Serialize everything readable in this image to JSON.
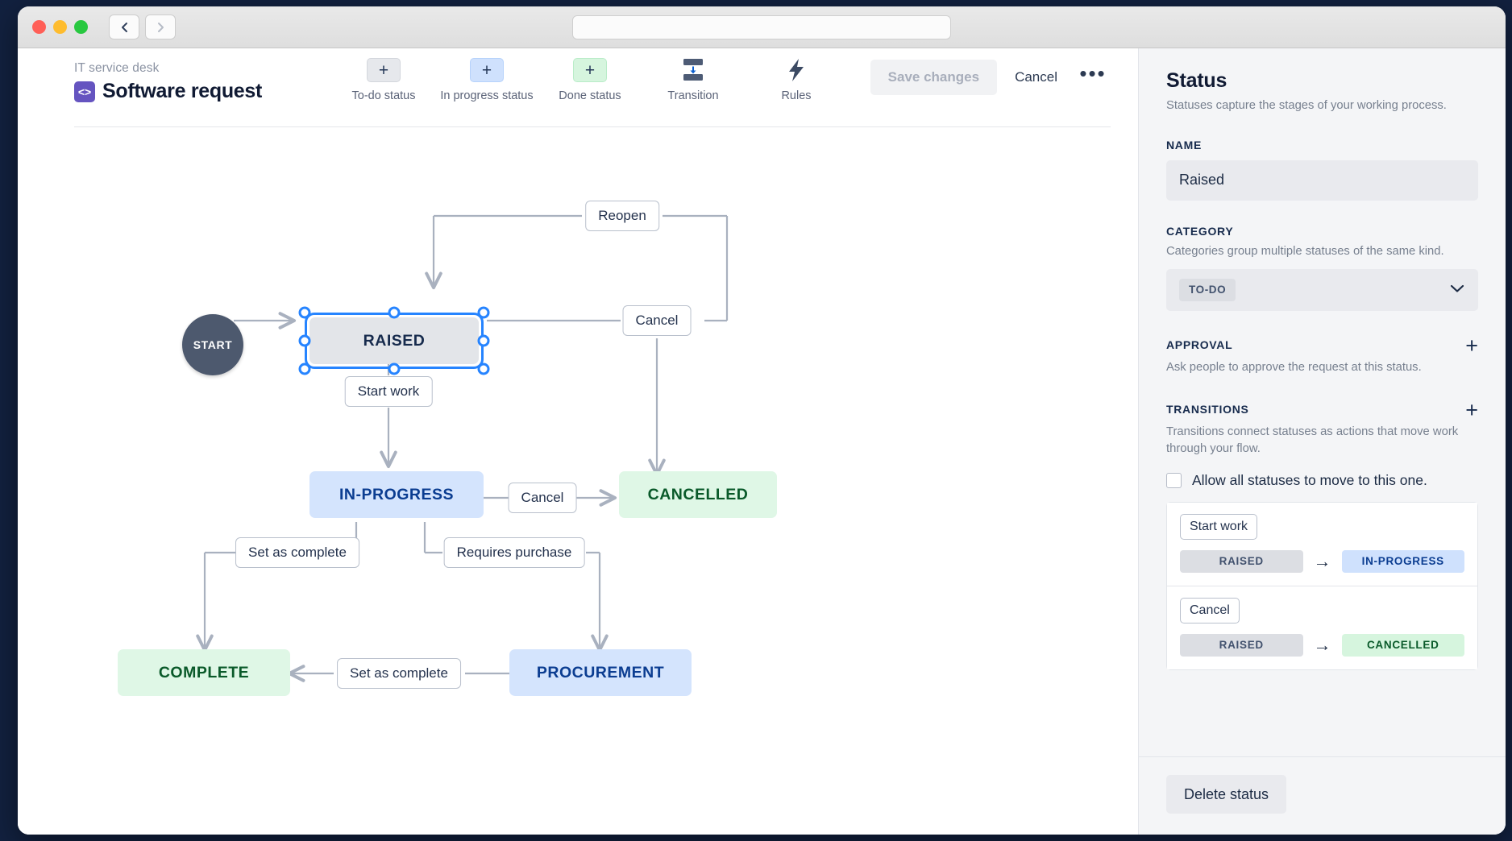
{
  "window": {
    "traffic_lights": [
      "close",
      "minimize",
      "maximize"
    ],
    "back_label": "‹",
    "forward_label": "›"
  },
  "header": {
    "breadcrumb": "IT service desk",
    "project_icon": "code-icon",
    "project_icon_glyph": "<>",
    "title": "Software request"
  },
  "toolbar": {
    "items": [
      {
        "name": "todo-status",
        "glyph": "+",
        "label": "To-do status",
        "style": "todo"
      },
      {
        "name": "in-progress-status",
        "glyph": "+",
        "label": "In progress status",
        "style": "prog"
      },
      {
        "name": "done-status",
        "glyph": "+",
        "label": "Done status",
        "style": "done"
      },
      {
        "name": "transition",
        "glyph": "transition-icon",
        "label": "Transition",
        "style": "icon"
      },
      {
        "name": "rules",
        "glyph": "lightning-icon",
        "label": "Rules",
        "style": "icon"
      }
    ],
    "save_label": "Save changes",
    "cancel_label": "Cancel",
    "more_label": "•••"
  },
  "diagram": {
    "start_label": "START",
    "nodes": [
      {
        "id": "raised",
        "label": "RAISED",
        "category": "todo",
        "selected": true
      },
      {
        "id": "in-progress",
        "label": "IN-PROGRESS",
        "category": "prog",
        "selected": false
      },
      {
        "id": "cancelled",
        "label": "CANCELLED",
        "category": "done",
        "selected": false
      },
      {
        "id": "complete",
        "label": "COMPLETE",
        "category": "done",
        "selected": false
      },
      {
        "id": "procurement",
        "label": "PROCUREMENT",
        "category": "prog",
        "selected": false
      }
    ],
    "edge_labels": [
      {
        "id": "reopen",
        "label": "Reopen"
      },
      {
        "id": "cancel-raised",
        "label": "Cancel"
      },
      {
        "id": "start-work",
        "label": "Start work"
      },
      {
        "id": "cancel-progress",
        "label": "Cancel"
      },
      {
        "id": "set-as-complete-1",
        "label": "Set as complete"
      },
      {
        "id": "requires-purchase",
        "label": "Requires purchase"
      },
      {
        "id": "set-as-complete-2",
        "label": "Set as complete"
      }
    ]
  },
  "panel": {
    "title": "Status",
    "subtitle": "Statuses capture the stages of your working process.",
    "name_label": "NAME",
    "name_value": "Raised",
    "category_label": "CATEGORY",
    "category_desc": "Categories group multiple statuses of the same kind.",
    "category_value": "TO-DO",
    "chevron": "chevron-down-icon",
    "approval_label": "APPROVAL",
    "approval_desc": "Ask people to approve the request at this status.",
    "approval_add": "+",
    "transitions_label": "TRANSITIONS",
    "transitions_desc": "Transitions connect statuses as actions that move work through your flow.",
    "transitions_add": "+",
    "allow_all_label": "Allow all statuses to move to this one.",
    "allow_all_checked": false,
    "transitions": [
      {
        "name": "Start work",
        "from": "RAISED",
        "from_style": "todo",
        "to": "IN-PROGRESS",
        "to_style": "prog",
        "arrow": "→"
      },
      {
        "name": "Cancel",
        "from": "RAISED",
        "from_style": "todo",
        "to": "CANCELLED",
        "to_style": "done",
        "arrow": "→"
      }
    ],
    "delete_label": "Delete status"
  },
  "colors": {
    "accent_blue": "#2684ff",
    "todo_bg": "#e3e5e9",
    "progress_bg": "#d4e4fd",
    "done_bg": "#dff7e6",
    "progress_text": "#0b3d91",
    "done_text": "#0a5a2a",
    "purple": "#6554c0",
    "edge_line": "#a9b1bf"
  }
}
